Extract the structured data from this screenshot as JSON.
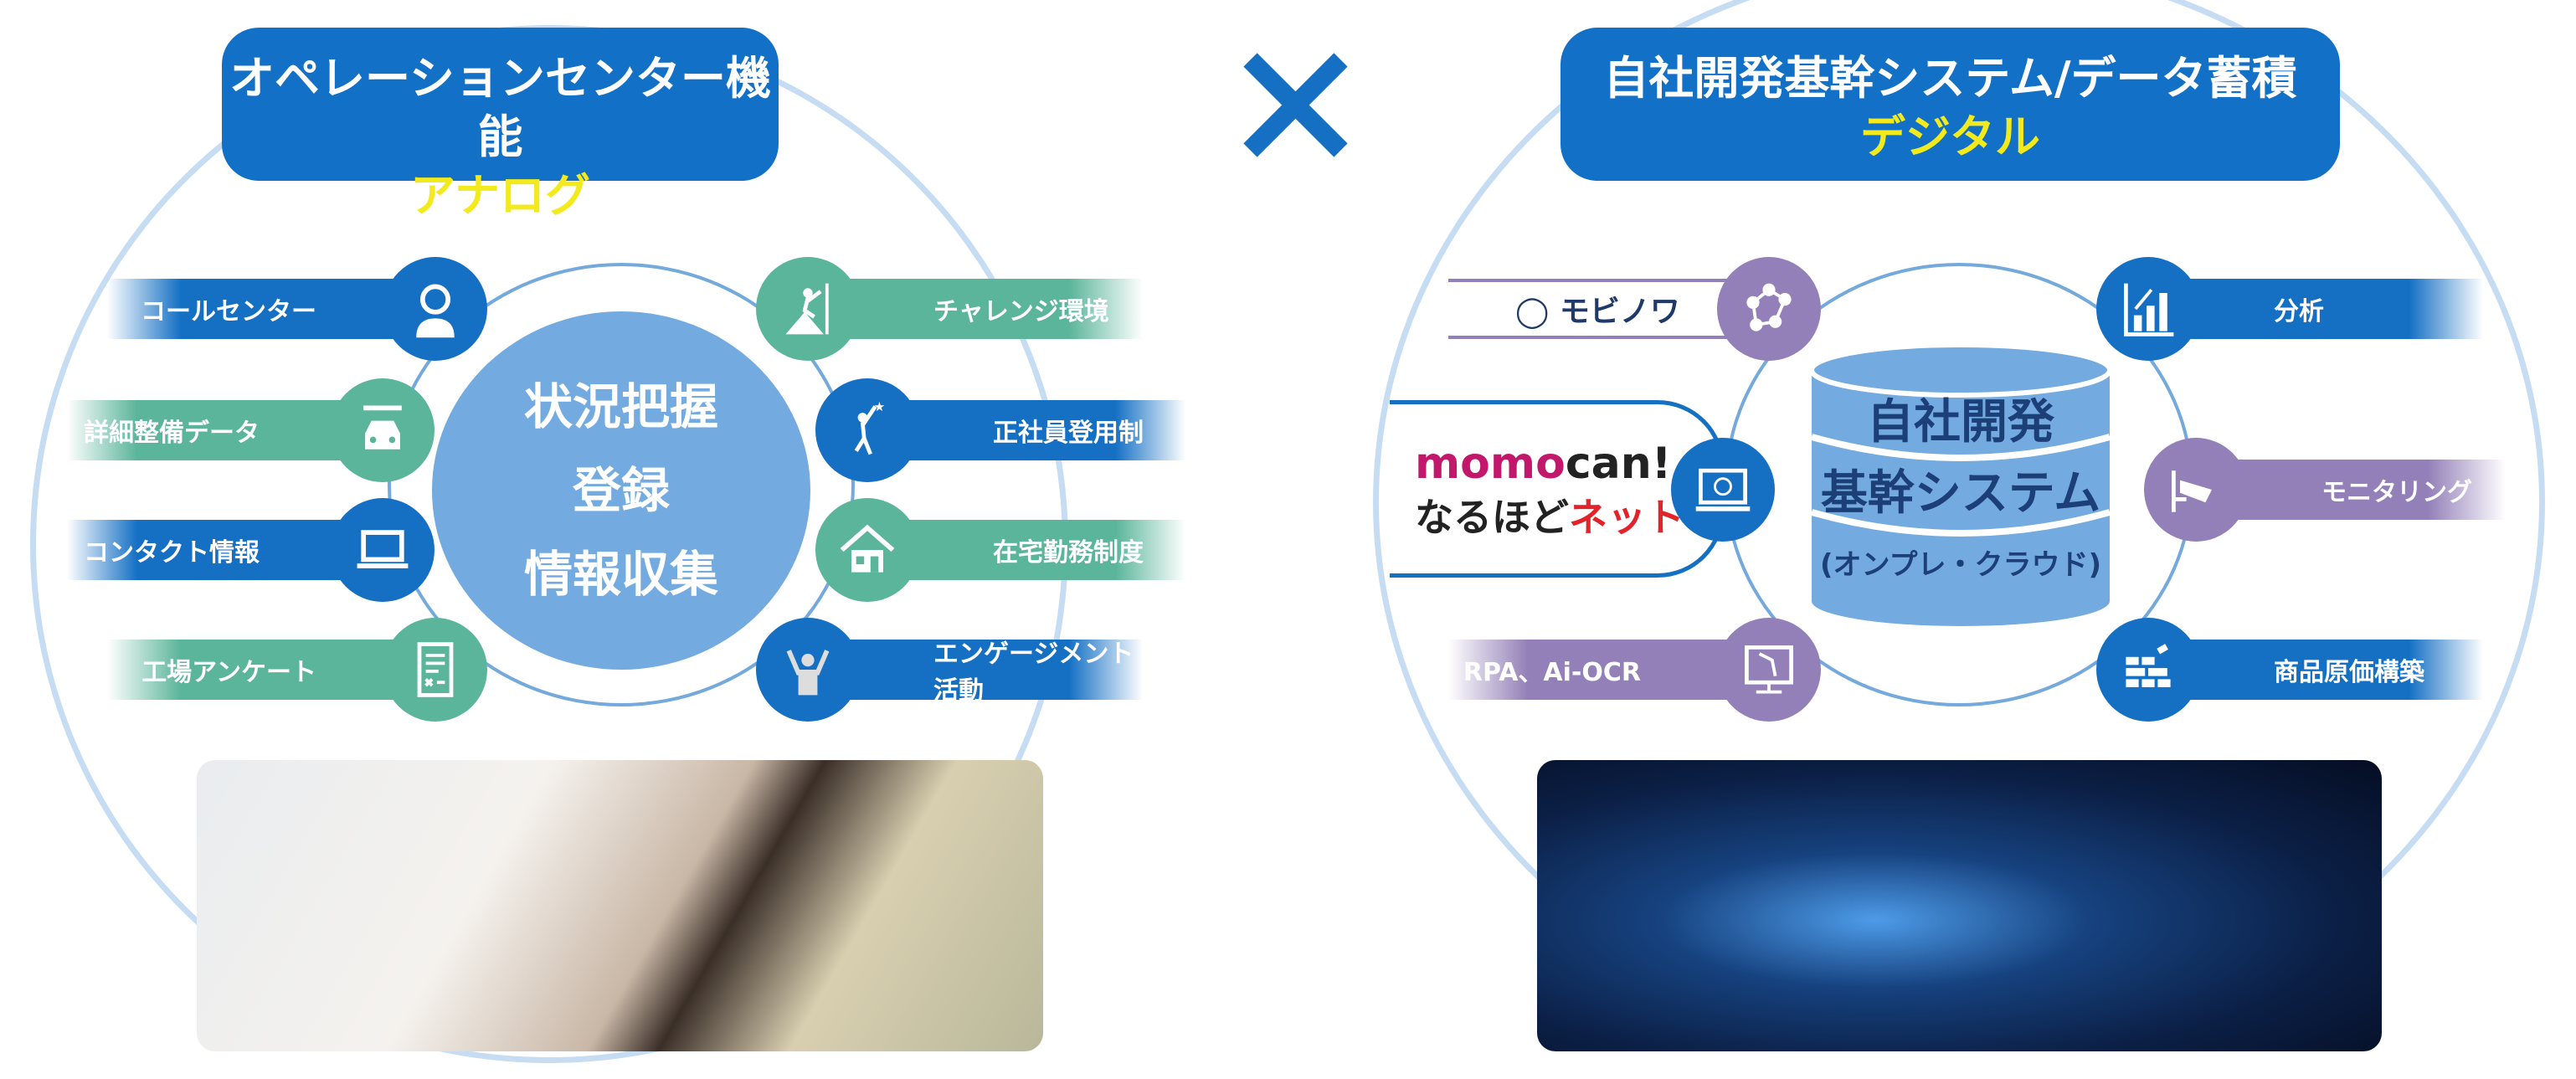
{
  "left": {
    "title": "オペレーションセンター機能",
    "subtitle": "アナログ",
    "core": [
      "状況把握",
      "登録",
      "情報収集"
    ],
    "items_left": [
      {
        "label": "コールセンター",
        "icon": "operator-headset-icon",
        "color": "blue"
      },
      {
        "label": "詳細整備データ",
        "icon": "car-wrench-icon",
        "color": "green"
      },
      {
        "label": "コンタクト情報",
        "icon": "laptop-icon",
        "color": "blue"
      },
      {
        "label": "工場アンケート",
        "icon": "document-form-icon",
        "color": "green"
      }
    ],
    "items_right": [
      {
        "label": "チャレンジ環境",
        "icon": "climber-icon",
        "color": "green"
      },
      {
        "label": "正社員登用制",
        "icon": "reaching-person-icon",
        "color": "blue"
      },
      {
        "label": "在宅勤務制度",
        "icon": "house-icon",
        "color": "green"
      },
      {
        "label": "エンゲージメント活動",
        "icon": "cheering-person-icon",
        "color": "blue"
      }
    ]
  },
  "cross": "×",
  "right": {
    "title": "自社開発基幹システム/データ蓄積",
    "subtitle": "デジタル",
    "core": [
      "自社開発",
      "基幹システム",
      "(オンプレ・クラウド)"
    ],
    "mobinowa": "モビノワ",
    "momocan": {
      "momo": "momo",
      "can": "can!"
    },
    "naruhodo": {
      "a": "なるほど",
      "b": "ネット"
    },
    "rpa": "RPA、Ai-OCR",
    "items_right": [
      {
        "label": "分析",
        "icon": "bar-chart-icon",
        "color": "blue"
      },
      {
        "label": "モニタリング",
        "icon": "security-camera-icon",
        "color": "purple"
      },
      {
        "label": "商品原価構築",
        "icon": "bricks-icon",
        "color": "blue"
      }
    ]
  },
  "colors": {
    "blue": "#1570c4",
    "green": "#5bb59a",
    "purple": "#9480b8",
    "yellow": "#f3ea1e"
  }
}
